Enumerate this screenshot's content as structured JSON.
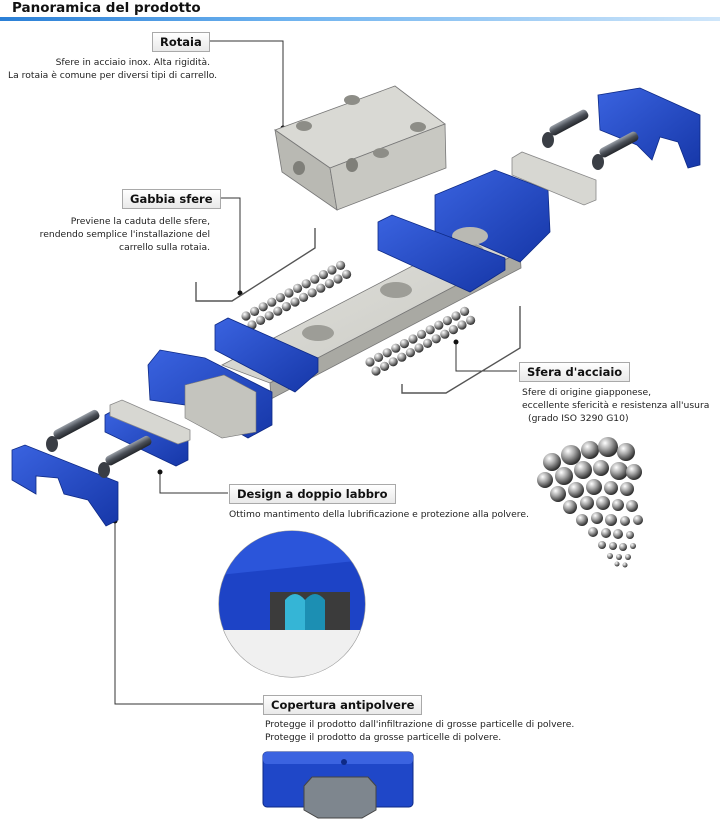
{
  "header": {
    "title": "Panoramica del prodotto"
  },
  "callouts": {
    "rail": {
      "label": "Rotaia",
      "lines": [
        "Sfere in acciaio inox. Alta rigidità.",
        "La rotaia è comune per diversi tipi di carrello."
      ]
    },
    "cage": {
      "label": "Gabbia sfere",
      "lines": [
        "Previene la caduta delle sfere,",
        "rendendo semplice l'installazione del",
        "carrello sulla rotaia."
      ]
    },
    "ball": {
      "label": "Sfera d'acciaio",
      "lines": [
        "Sfere di origine giapponese,",
        "eccellente sfericità e resistenza all'usura",
        "(grado ISO 3290 G10)"
      ]
    },
    "lip": {
      "label": "Design a doppio labbro",
      "lines": [
        "Ottimo mantimento della lubrificazione e protezione alla polvere."
      ]
    },
    "cover": {
      "label": "Copertura antipolvere",
      "lines": [
        "Protegge il prodotto dall'infiltrazione di grosse particelle di polvere.",
        "Protegge il prodotto da grosse particelle di polvere."
      ]
    }
  },
  "colors": {
    "accent_blue": "#1f47c8",
    "rail_grey": "#cfcfc9",
    "header_blue": "#2a7fd6"
  }
}
